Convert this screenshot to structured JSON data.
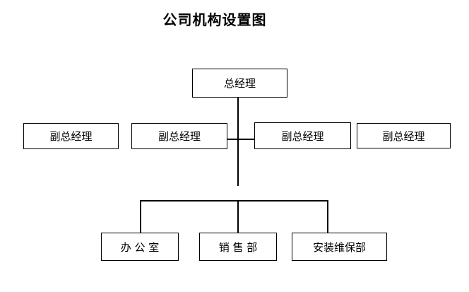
{
  "title": "公司机构设置图",
  "org": {
    "root": {
      "label": "总经理"
    },
    "level2": [
      {
        "label": "副总经理"
      },
      {
        "label": "副总经理"
      },
      {
        "label": "副总经理"
      },
      {
        "label": "副总经理"
      }
    ],
    "level3": [
      {
        "label": "办 公 室"
      },
      {
        "label": "销 售 部"
      },
      {
        "label": "安装维保部"
      }
    ]
  },
  "colors": {
    "background": "#ffffff",
    "line": "#000000",
    "text": "#000000"
  }
}
